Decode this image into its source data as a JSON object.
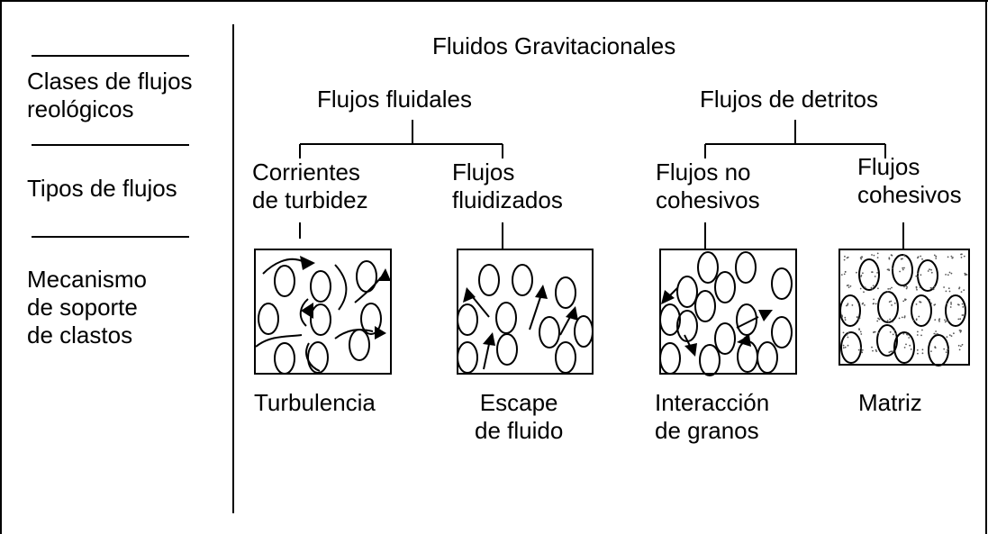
{
  "left_column": {
    "rheological_classes": "Clases de flujos\nreológicos",
    "flow_types": "Tipos de flujos",
    "support_mechanism": "Mecanismo\nde soporte\nde clastos"
  },
  "header": {
    "title": "Fluidos Gravitacionales"
  },
  "groups": {
    "fluidal": "Flujos fluidales",
    "debris": "Flujos de detritos"
  },
  "flow_types": [
    {
      "name": "Corrientes\nde turbidez",
      "mechanism": "Turbulencia"
    },
    {
      "name": "Flujos\nfluidizados",
      "mechanism": "Escape\nde fluido"
    },
    {
      "name": "Flujos no\ncohesivos",
      "mechanism": "Interacción\nde granos"
    },
    {
      "name": "Flujos\ncohesivos",
      "mechanism": "Matriz"
    }
  ],
  "colors": {
    "line": "#000000",
    "background": "#ffffff",
    "matrix_speckle": "#555555"
  }
}
